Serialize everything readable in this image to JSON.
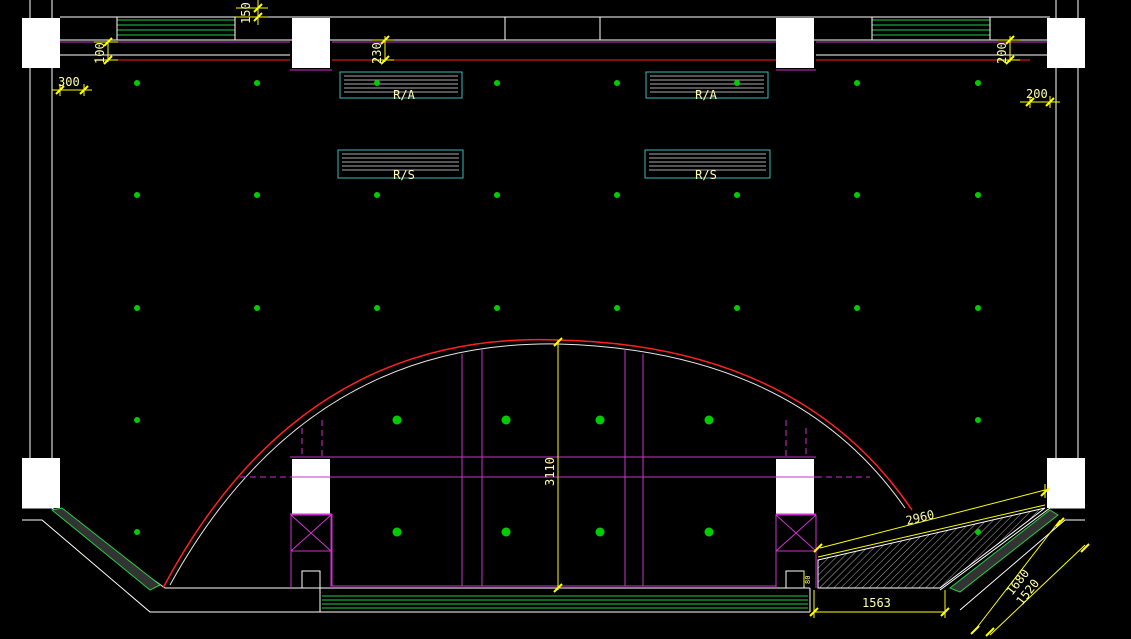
{
  "drawing": {
    "background": "#000000",
    "colors": {
      "wall": "#ffffff",
      "dim": "#ffff00",
      "dim_text": "#ffffaa",
      "light": "#00cc00",
      "magenta": "#cc33cc",
      "red": "#ff2020",
      "green_line": "#22cc44",
      "cyan": "#33bbbb",
      "grey": "#aaaaaa"
    },
    "dimensions": {
      "d150": "150",
      "d100": "100",
      "d230": "230",
      "d200_top": "200",
      "d300": "300",
      "d200_right": "200",
      "d3110": "3110",
      "d2960": "2960",
      "d1563": "1563",
      "d1680": "1680",
      "d1520": "1520",
      "d80": "80"
    },
    "vents": {
      "ra1": "R/A",
      "ra2": "R/A",
      "rs1": "R/S",
      "rs2": "R/S"
    },
    "icons": {
      "light": "downlight-icon",
      "column": "column-icon",
      "vent": "vent-grille-icon"
    }
  }
}
